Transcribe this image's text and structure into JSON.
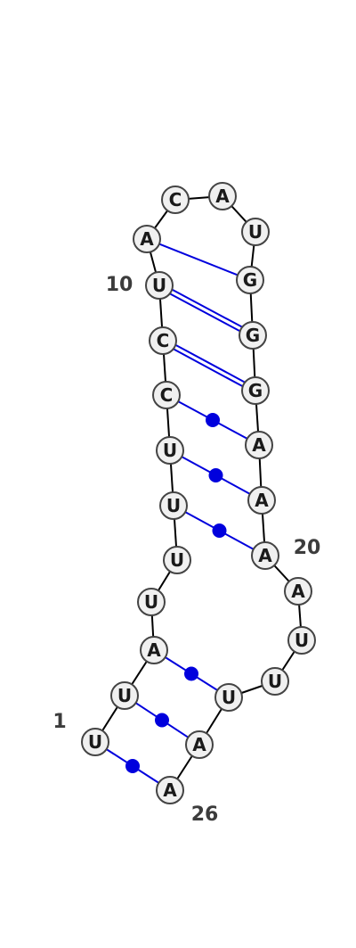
{
  "sequence": [
    "U",
    "U",
    "A",
    "U",
    "U",
    "U",
    "U",
    "C",
    "C",
    "U",
    "A",
    "C",
    "A",
    "U",
    "G",
    "G",
    "G",
    "A",
    "A",
    "A",
    "A",
    "U",
    "U",
    "U",
    "A",
    "A"
  ],
  "position_labels": [
    "1",
    "10",
    "20",
    "26"
  ],
  "colors": {
    "backbone": "#000000",
    "pair": "#0000dd",
    "nucleotide_fill": "#f0f0f0",
    "nucleotide_stroke": "#444444",
    "label": "#3c3c3c"
  },
  "base_pairs": [
    {
      "i": 1,
      "j": 26,
      "type": "noncanonical"
    },
    {
      "i": 2,
      "j": 25,
      "type": "noncanonical"
    },
    {
      "i": 3,
      "j": 24,
      "type": "noncanonical"
    },
    {
      "i": 6,
      "j": 20,
      "type": "noncanonical"
    },
    {
      "i": 7,
      "j": 19,
      "type": "noncanonical"
    },
    {
      "i": 8,
      "j": 18,
      "type": "noncanonical"
    },
    {
      "i": 9,
      "j": 17,
      "type": "canonical"
    },
    {
      "i": 10,
      "j": 16,
      "type": "canonical"
    },
    {
      "i": 11,
      "j": 15,
      "type": "wobble"
    }
  ]
}
